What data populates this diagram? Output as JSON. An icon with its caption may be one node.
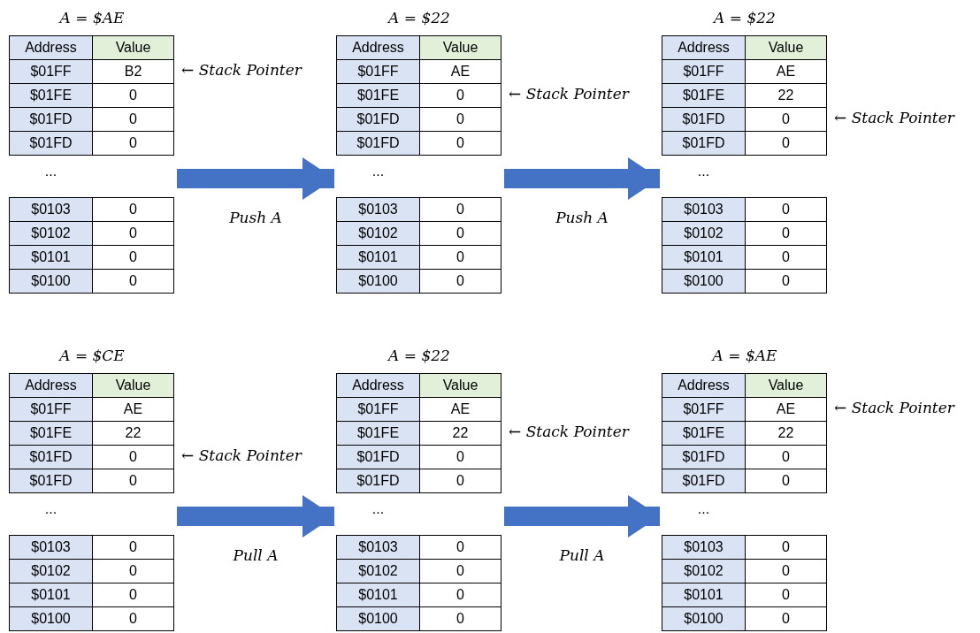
{
  "diagram": {
    "nodes": [
      {
        "text": [
          "A = $AE",
          "Address",
          "Value",
          "$01FF",
          "B2",
          "$01FE",
          "0",
          "$01FD",
          "0",
          "$01FD",
          "0",
          "...",
          "$0103",
          "0",
          "$0102",
          "0",
          "$0101",
          "0",
          "$0100",
          "0"
        ],
        "beside": [
          "← Stack Pointer"
        ]
      },
      {
        "text": [
          "A = $22",
          "Address",
          "Value",
          "$01FF",
          "AE",
          "$01FE",
          "0",
          "$01FD",
          "0",
          "$01FD",
          "0",
          "...",
          "$0103",
          "0",
          "$0102",
          "0",
          "$0101",
          "0",
          "$0100",
          "0"
        ],
        "beside": [
          "← Stack Pointer"
        ]
      },
      {
        "text": [
          "A = $22",
          "Address",
          "Value",
          "$01FF",
          "AE",
          "$01FE",
          "22",
          "$01FD",
          "0",
          "$01FD",
          "0",
          "...",
          "$0103",
          "0",
          "$0102",
          "0",
          "$0101",
          "0",
          "$0100",
          "0"
        ],
        "beside": [
          "← Stack Pointer"
        ]
      },
      {
        "text": [
          "A = $CE",
          "Address",
          "Value",
          "$01FF",
          "AE",
          "$01FE",
          "22",
          "$01FD",
          "0",
          "$01FD",
          "0",
          "...",
          "$0103",
          "0",
          "$0102",
          "0",
          "$0101",
          "0",
          "$0100",
          "0"
        ],
        "beside": [
          "← Stack Pointer"
        ]
      },
      {
        "text": [
          "A = $22",
          "Address",
          "Value",
          "$01FF",
          "AE",
          "$01FE",
          "22",
          "$01FD",
          "0",
          "$01FD",
          "0",
          "...",
          "$0103",
          "0",
          "$0102",
          "0",
          "$0101",
          "0",
          "$0100",
          "0"
        ],
        "beside": [
          "← Stack Pointer"
        ]
      },
      {
        "text": [
          "A = $AE",
          "Address",
          "Value",
          "$01FF",
          "AE",
          "$01FE",
          "22",
          "$01FD",
          "0",
          "$01FD",
          "0",
          "...",
          "$0103",
          "0",
          "$0102",
          "0",
          "$0101",
          "0",
          "$0100",
          "0"
        ],
        "beside": [
          "← Stack Pointer"
        ]
      }
    ],
    "edges": [
      {
        "from": 0,
        "to": 1,
        "arrow": "to",
        "label": "Push A"
      },
      {
        "from": 1,
        "to": 2,
        "arrow": "to",
        "label": "Push A"
      },
      {
        "from": 3,
        "to": 4,
        "arrow": "to",
        "label": "Pull A"
      },
      {
        "from": 4,
        "to": 5,
        "arrow": "to",
        "label": "Pull A"
      }
    ]
  }
}
